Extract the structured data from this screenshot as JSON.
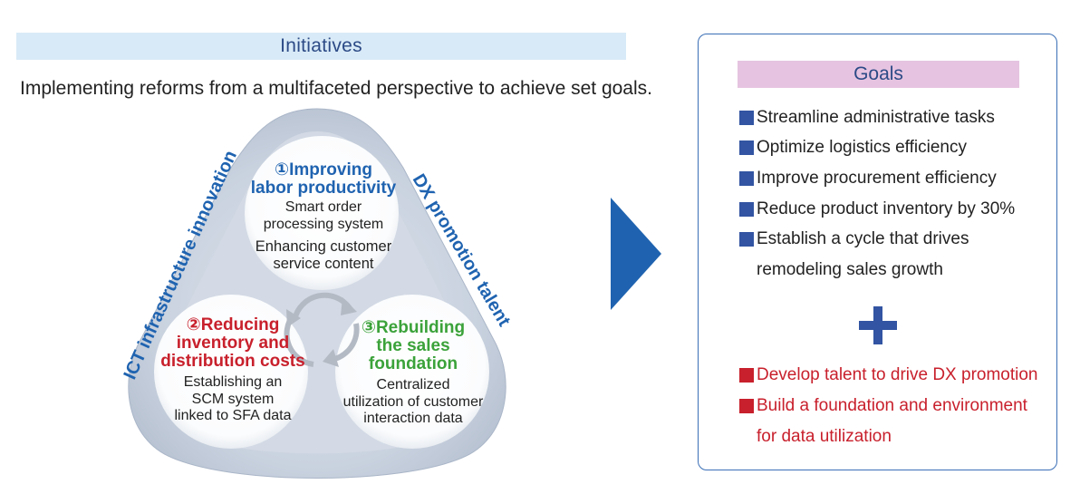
{
  "initiatives": {
    "title": "Initiatives",
    "subtitle": "Implementing reforms from a multifaceted perspective to achieve set goals.",
    "side_left": "ICT infrastructure innovation",
    "side_right": "DX promotion talent",
    "circle1": {
      "heading_line1": "①Improving",
      "heading_line2": "labor productivity",
      "body_line1": "Smart order",
      "body_line2": "processing system",
      "body_line3": "Enhancing customer",
      "body_line4": "service content"
    },
    "circle2": {
      "heading_line1": "②Reducing",
      "heading_line2": "inventory and",
      "heading_line3": "distribution costs",
      "body_line1": "Establishing an",
      "body_line2": "SCM system",
      "body_line3": "linked to SFA data"
    },
    "circle3": {
      "heading_line1": "③Rebuilding",
      "heading_line2": "the sales",
      "heading_line3": "foundation",
      "body_line1": "Centralized",
      "body_line2": "utilization of customer",
      "body_line3": "interaction data"
    }
  },
  "goals": {
    "title": "Goals",
    "items_blue": [
      "Streamline administrative tasks",
      "Optimize logistics efficiency",
      "Improve procurement efficiency",
      "Reduce product inventory by 30%",
      "Establish a cycle that drives"
    ],
    "item_blue_cont": "remodeling sales growth",
    "items_red": [
      "Develop talent to drive DX promotion",
      "Build a foundation and environment"
    ],
    "item_red_cont": "for data utilization"
  },
  "colors": {
    "blue_accent": "#1f63b0",
    "red_accent": "#c8202c",
    "green_accent": "#3ba23a",
    "arrow": "#1f63b0",
    "plus": "#3254a2",
    "ring": "#c3ccd9"
  }
}
